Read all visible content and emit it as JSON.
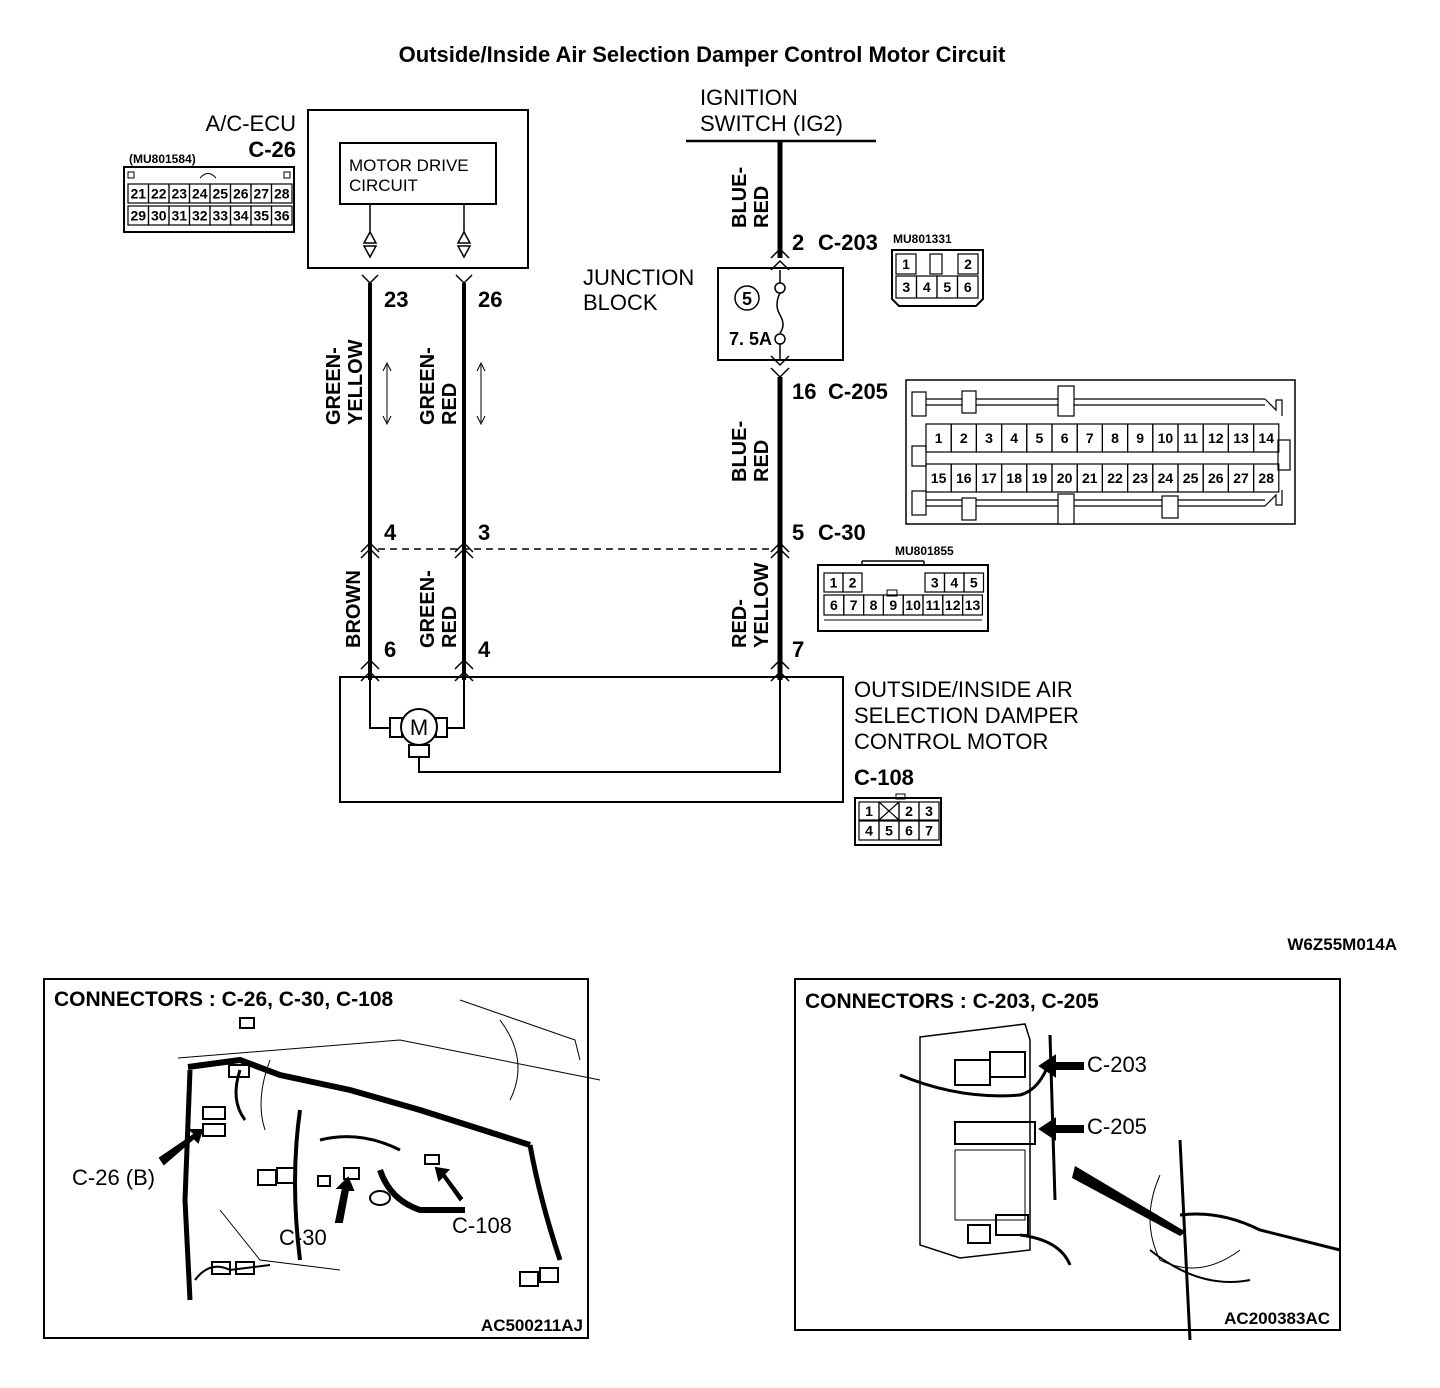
{
  "title": "Outside/Inside Air Selection Damper Control Motor Circuit",
  "figure_code": "W6Z55M014A",
  "ecu": {
    "name": "A/C-ECU",
    "connector": "C-26",
    "part_number": "(MU801584)",
    "pins_row1": [
      "21",
      "22",
      "23",
      "24",
      "25",
      "26",
      "27",
      "28"
    ],
    "pins_row2": [
      "29",
      "30",
      "31",
      "32",
      "33",
      "34",
      "35",
      "36"
    ],
    "inner_block": [
      "MOTOR DRIVE",
      "CIRCUIT"
    ]
  },
  "ignition": {
    "line1": "IGNITION",
    "line2": "SWITCH (IG2)"
  },
  "junction_block": {
    "line1": "JUNCTION",
    "line2": "BLOCK",
    "fuse_number": "5",
    "fuse_rating": "7. 5A"
  },
  "c203": {
    "pin_label": "2",
    "connector": "C-203",
    "part_number": "MU801331",
    "pins_row1": [
      "1",
      "",
      "2"
    ],
    "pins_row2": [
      "3",
      "4",
      "5",
      "6"
    ]
  },
  "c205": {
    "pin_label": "16",
    "connector": "C-205",
    "pins_row1": [
      "1",
      "2",
      "3",
      "4",
      "5",
      "6",
      "7",
      "8",
      "9",
      "10",
      "11",
      "12",
      "13",
      "14"
    ],
    "pins_row2": [
      "15",
      "16",
      "17",
      "18",
      "19",
      "20",
      "21",
      "22",
      "23",
      "24",
      "25",
      "26",
      "27",
      "28"
    ]
  },
  "c30": {
    "pin_label": "5",
    "connector": "C-30",
    "part_number": "MU801855",
    "pins_row1": [
      "1",
      "2",
      "3",
      "4",
      "5"
    ],
    "pins_row2": [
      "6",
      "7",
      "8",
      "9",
      "10",
      "11",
      "12",
      "13"
    ]
  },
  "c108": {
    "connector": "C-108",
    "pins_row1": [
      "1",
      "",
      "2",
      "3"
    ],
    "pins_row2": [
      "4",
      "5",
      "6",
      "7"
    ]
  },
  "motor": {
    "line1": "OUTSIDE/INSIDE AIR",
    "line2": "SELECTION DAMPER",
    "line3": "CONTROL MOTOR",
    "symbol": "M"
  },
  "wires": {
    "w1_top": {
      "color1": "GREEN-",
      "color2": "YELLOW",
      "pin_top": "23",
      "pin_bottom": "4"
    },
    "w2_top": {
      "color1": "GREEN-",
      "color2": "RED",
      "pin_top": "26",
      "pin_bottom": "3"
    },
    "w1_bot": {
      "color1": "BROWN",
      "pin": "6"
    },
    "w2_bot": {
      "color1": "GREEN-",
      "color2": "RED",
      "pin": "4"
    },
    "w3_top": {
      "color1": "BLUE-",
      "color2": "RED"
    },
    "w3_mid": {
      "color1": "BLUE-",
      "color2": "RED"
    },
    "w3_bot": {
      "color1": "RED-",
      "color2": "YELLOW",
      "pin": "7"
    }
  },
  "panel_left": {
    "title": "CONNECTORS : C-26, C-30, C-108",
    "callouts": [
      "C-26 (B)",
      "C-30",
      "C-108"
    ],
    "code": "AC500211AJ"
  },
  "panel_right": {
    "title": "CONNECTORS : C-203, C-205",
    "callouts": [
      "C-203",
      "C-205"
    ],
    "code": "AC200383AC"
  }
}
